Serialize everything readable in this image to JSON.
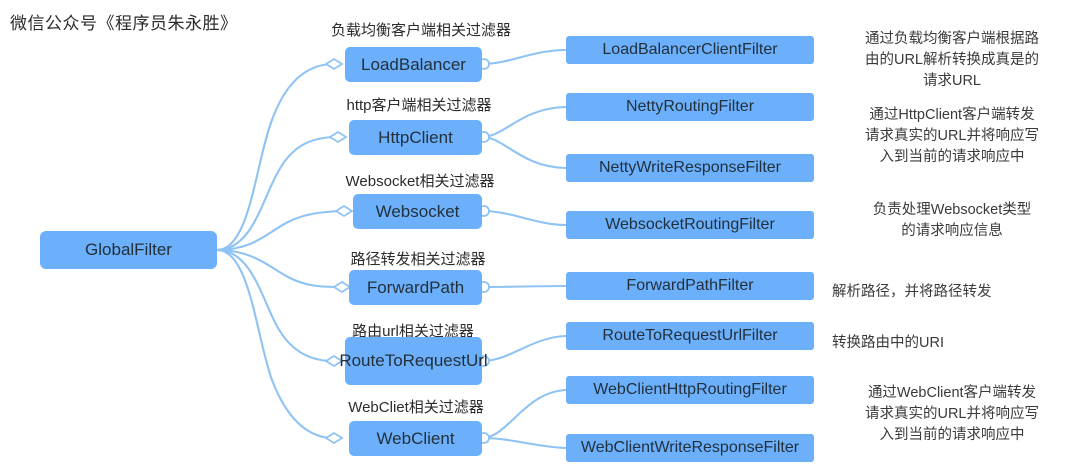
{
  "watermark": "微信公众号《程序员朱永胜》",
  "colors": {
    "node_fill": "#6cb0fb",
    "connector": "#8fc3f4",
    "text": "#22303c",
    "note_text": "#3a3a3a",
    "background": "#ffffff"
  },
  "root": {
    "label": "GlobalFilter"
  },
  "branches": [
    {
      "branch_label": "负载均衡客户端相关过滤器",
      "node": "LoadBalancer",
      "children": [
        "LoadBalancerClientFilter"
      ],
      "note": "通过负载均衡客户端根据路\n由的URL解析转换成真是的\n请求URL"
    },
    {
      "branch_label": "http客户端相关过滤器",
      "node": "HttpClient",
      "children": [
        "NettyRoutingFilter",
        "NettyWriteResponseFilter"
      ],
      "note": "通过HttpClient客户端转发\n请求真实的URL并将响应写\n入到当前的请求响应中"
    },
    {
      "branch_label": "Websocket相关过滤器",
      "node": "Websocket",
      "children": [
        "WebsocketRoutingFilter"
      ],
      "note": "负责处理Websocket类型\n的请求响应信息"
    },
    {
      "branch_label": "路径转发相关过滤器",
      "node": "ForwardPath",
      "children": [
        "ForwardPathFilter"
      ],
      "note": "解析路径，并将路径转发"
    },
    {
      "branch_label": "路由url相关过滤器",
      "node": "RouteToRequestUrl",
      "children": [
        "RouteToRequestUrlFilter"
      ],
      "note": "转换路由中的URI"
    },
    {
      "branch_label": "WebCliet相关过滤器",
      "node": "WebClient",
      "children": [
        "WebClientHttpRoutingFilter",
        "WebClientWriteResponseFilter"
      ],
      "note": "通过WebClient客户端转发\n请求真实的URL并将响应写\n入到当前的请求响应中"
    }
  ]
}
